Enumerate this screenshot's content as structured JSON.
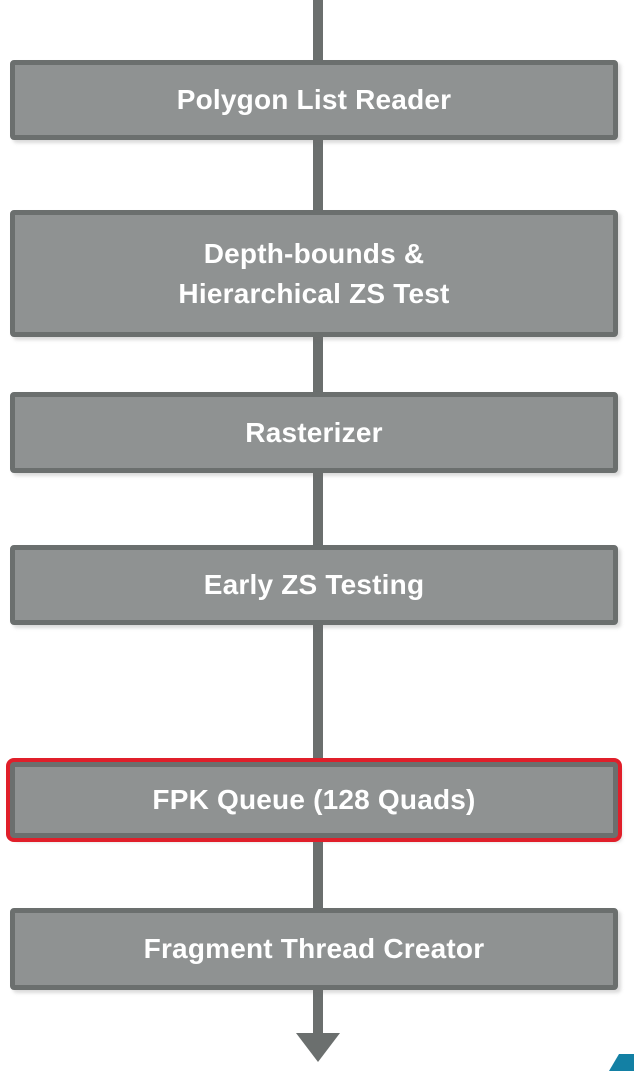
{
  "flow": {
    "boxes": [
      {
        "id": "polygon-list-reader",
        "label": "Polygon List Reader",
        "highlighted": false
      },
      {
        "id": "depth-bounds-hzs-test",
        "label": "Depth-bounds &\nHierarchical ZS Test",
        "highlighted": false
      },
      {
        "id": "rasterizer",
        "label": "Rasterizer",
        "highlighted": false
      },
      {
        "id": "early-zs-testing",
        "label": "Early ZS Testing",
        "highlighted": false
      },
      {
        "id": "fpk-queue",
        "label": "FPK Queue (128 Quads)",
        "highlighted": true
      },
      {
        "id": "fragment-thread-creator",
        "label": "Fragment Thread Creator",
        "highlighted": false
      }
    ],
    "connector": {
      "direction": "down",
      "style": "solid"
    }
  },
  "colors": {
    "background": "#ffffff",
    "box_fill": "#8f9292",
    "box_border": "#6b6f6e",
    "box_text": "#ffffff",
    "highlight_border": "#e01f2a",
    "arrow": "#6b6f6e",
    "corner_accent": "#1380a4"
  }
}
